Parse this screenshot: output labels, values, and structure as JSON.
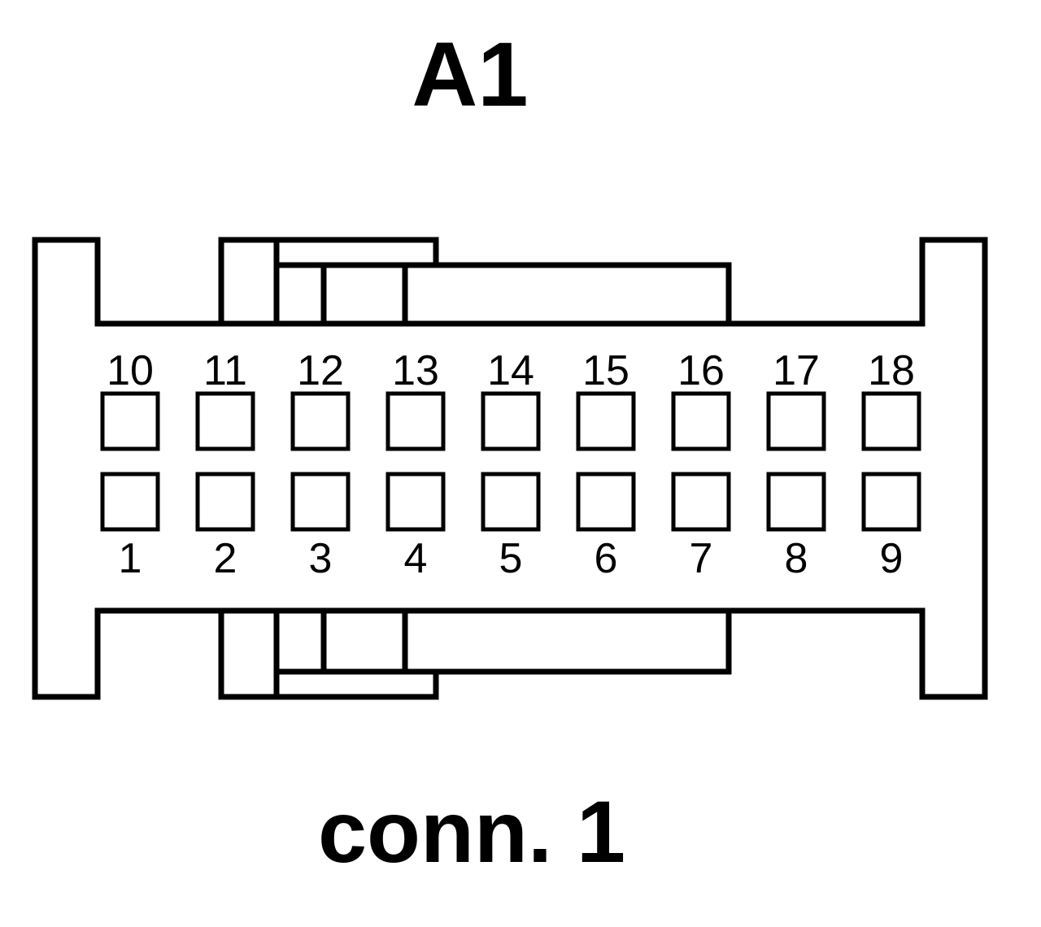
{
  "title": "A1",
  "caption": "conn. 1",
  "pins": {
    "top_row": [
      "10",
      "11",
      "12",
      "13",
      "14",
      "15",
      "16",
      "17",
      "18"
    ],
    "bottom_row": [
      "1",
      "2",
      "3",
      "4",
      "5",
      "6",
      "7",
      "8",
      "9"
    ]
  },
  "colors": {
    "line": "#000000",
    "background": "#ffffff"
  }
}
